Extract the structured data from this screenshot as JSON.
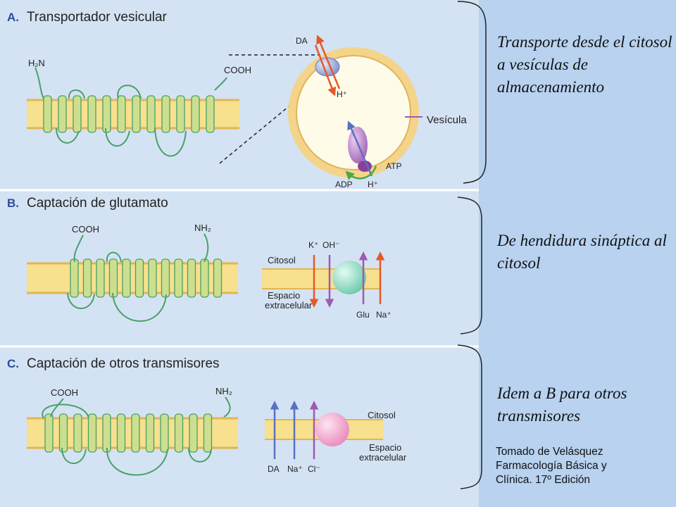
{
  "colors": {
    "page_bg": "#b8d2f0",
    "panel_bg": "#d4e3f3",
    "membrane": "#f7e08e",
    "tm_segment": "#ccdf8f",
    "transporter_blue": "#8fa3d6",
    "pump_purple": "#b882c6",
    "transporter_green": "#88d8c0",
    "transporter_pink": "#f0a0c8",
    "arrow_orange": "#e8572a",
    "arrow_purple": "#a05ab0",
    "arrow_blue": "#5a70c0",
    "heading_blue": "#2a4d9c"
  },
  "panel_a": {
    "letter": "A.",
    "title": "Transportador vesicular",
    "n_term": "H₂N",
    "c_term": "COOH",
    "label_da": "DA",
    "label_h_top": "H⁺",
    "label_vesicle": "Vesícula",
    "label_atp": "ATP",
    "label_adp": "ADP",
    "label_h_bottom": "H⁺"
  },
  "panel_b": {
    "letter": "B.",
    "title": "Captación de glutamato",
    "c_term": "COOH",
    "n_term": "NH₂",
    "label_k": "K⁺",
    "label_oh": "OH⁻",
    "label_cytosol": "Citosol",
    "label_extracellular_1": "Espacio",
    "label_extracellular_2": "extracelular",
    "label_glu": "Glu",
    "label_na": "Na⁺"
  },
  "panel_c": {
    "letter": "C.",
    "title": "Captación de otros transmisores",
    "c_term": "COOH",
    "n_term": "NH₂",
    "label_cytosol": "Citosol",
    "label_extracellular_1": "Espacio",
    "label_extracellular_2": "extracelular",
    "label_da": "DA",
    "label_na": "Na⁺",
    "label_cl": "Cl⁻"
  },
  "notes": {
    "a": "Transporte desde  el citosol a vesículas de almacenamiento",
    "b": "De hendidura sináptica al citosol",
    "c": "Idem a B para otros transmisores"
  },
  "source": {
    "line1": "Tomado de Velásquez",
    "line2": "Farmacología Básica y",
    "line3": "Clínica. 17º Edición"
  }
}
